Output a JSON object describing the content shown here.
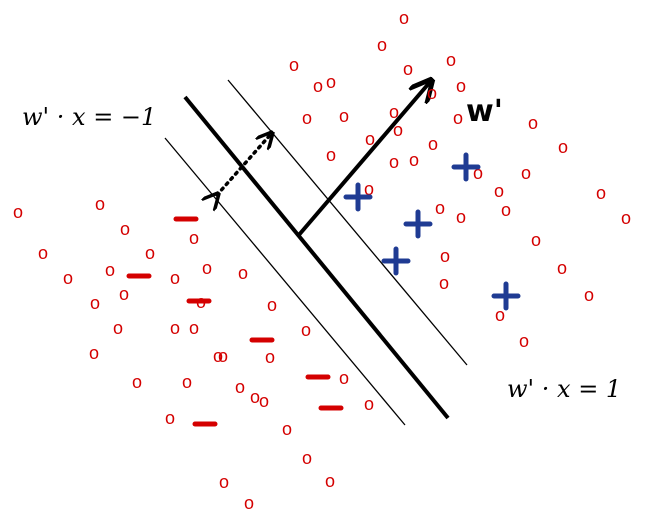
{
  "labels": {
    "left_margin": "w' · x = −1",
    "right_margin": "w' · x = 1",
    "normal": "w'"
  },
  "symbols": {
    "unlabeled": "o",
    "unlabeled_color": "#d40000",
    "negative_color": "#d40000",
    "positive_color": "#1f3b93"
  },
  "icons": {
    "double_arrow": "dotted-double-arrow-icon",
    "normal_arrow": "arrow-icon"
  }
}
